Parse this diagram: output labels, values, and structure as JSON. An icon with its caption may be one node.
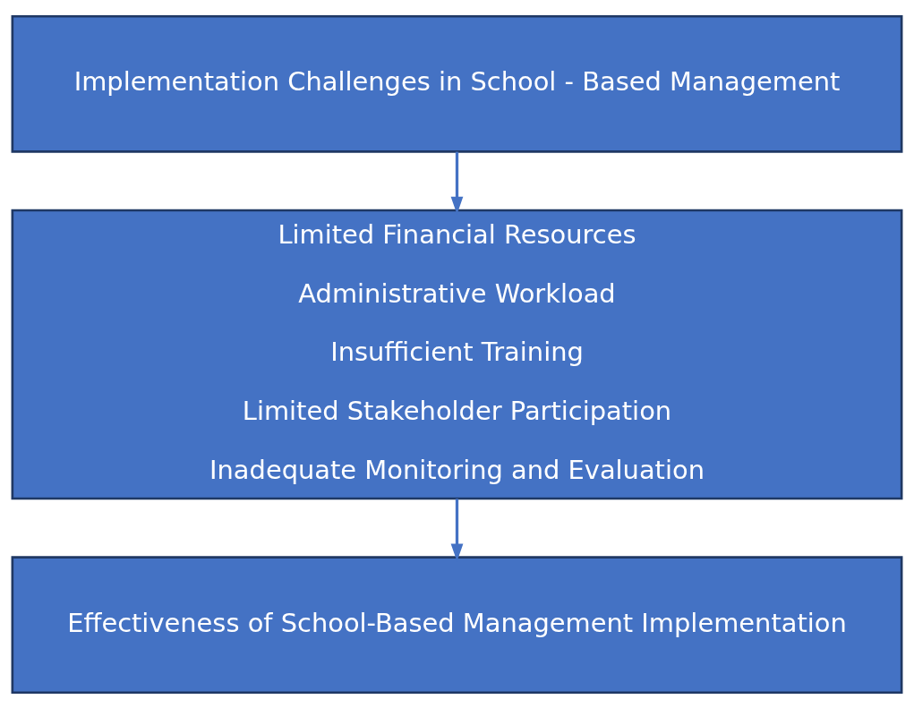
{
  "diagram": {
    "nodes": [
      {
        "text": [
          "Implementation Challenges in School - Based Management"
        ]
      },
      {
        "text": [
          "Limited Financial Resources",
          "Administrative Workload",
          "Insufficient Training",
          "Limited Stakeholder Participation",
          "Inadequate Monitoring and Evaluation"
        ]
      },
      {
        "text": [
          "Effectiveness of School-Based Management Implementation"
        ]
      }
    ],
    "edges": [
      {
        "from": 0,
        "to": 1,
        "arrow": "to"
      },
      {
        "from": 1,
        "to": 2,
        "arrow": "to"
      }
    ]
  }
}
